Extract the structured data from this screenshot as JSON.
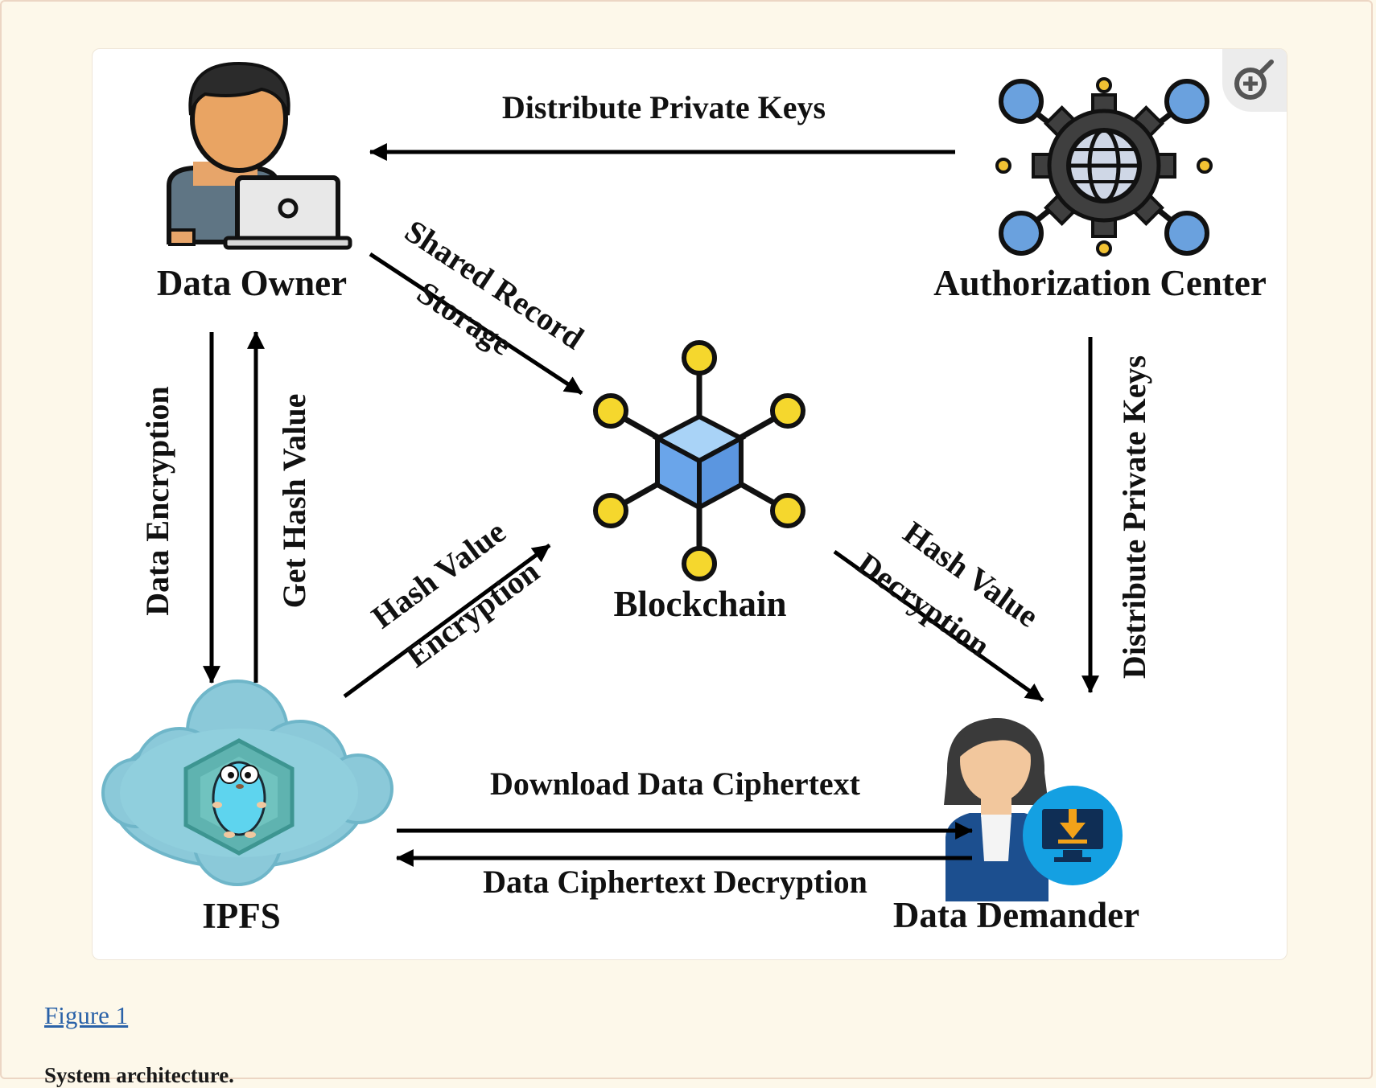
{
  "figure": {
    "nodes": {
      "data_owner": "Data Owner",
      "authorization_center": "Authorization Center",
      "blockchain": "Blockchain",
      "ipfs": "IPFS",
      "data_demander": "Data Demander"
    },
    "edges": {
      "distribute_keys_top": "Distribute Private Keys",
      "shared_record_line1": "Shared Record",
      "shared_record_line2": "Storage",
      "data_encryption": "Data Encryption",
      "get_hash_value": "Get Hash Value",
      "hash_encrypt_line1": "Hash Value",
      "hash_encrypt_line2": "Encryption",
      "hash_decrypt_line1": "Hash Value",
      "hash_decrypt_line2": "Decryption",
      "distribute_keys_right": "Distribute Private Keys",
      "download_ciphertext": "Download Data Ciphertext",
      "ciphertext_decryption": "Data Ciphertext Decryption"
    },
    "icons": {
      "data_owner": "person-laptop-icon",
      "authorization_center": "gear-globe-network-icon",
      "blockchain": "cube-network-icon",
      "ipfs": "cloud-gopher-icon",
      "data_demander": "woman-download-monitor-icon",
      "zoom": "zoom-in-icon"
    }
  },
  "figure_link": "Figure 1",
  "caption": "System architecture."
}
